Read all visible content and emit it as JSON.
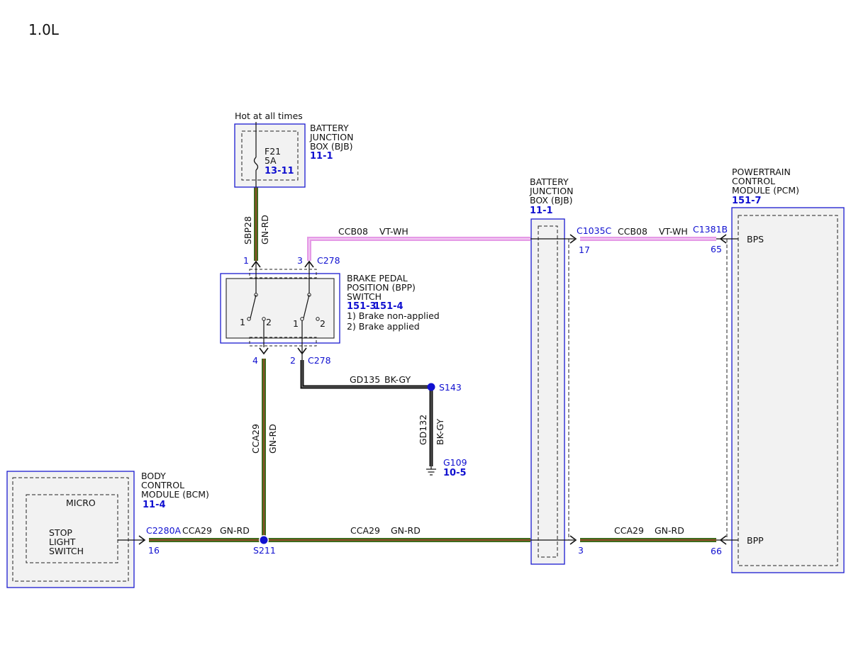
{
  "page_title": "1.0L",
  "colors": {
    "wire_green": "#3f6b1e",
    "wire_red_stripe": "#c0392b",
    "wire_violet": "#e59ae6",
    "wire_violet_stripe": "#f3c9f3",
    "wire_black": "#111111",
    "module_border": "#1a1ad0",
    "module_fill": "#f2f2f2",
    "ref_blue": "#1010d0"
  },
  "icons": {
    "fuse": "fuse-symbol-icon",
    "ground": "ground-symbol-icon",
    "splice": "splice-dot-icon",
    "switch": "switch-contact-icon",
    "connector_arrow": "connector-arrow-icon"
  },
  "bjb_top": {
    "feed_label": "Hot at all times",
    "name_lines": [
      "BATTERY",
      "JUNCTION",
      "BOX (BJB)"
    ],
    "ref": "11-1",
    "fuse_id": "F21",
    "fuse_rating": "5A",
    "fuse_ref": "13-11",
    "wire_circuit": "SBP28",
    "wire_color": "GN-RD"
  },
  "bpp_switch": {
    "name_lines": [
      "BRAKE PEDAL",
      "POSITION (BPP)",
      "SWITCH"
    ],
    "ref1": "151-3",
    "ref2": "151-4",
    "note1": "1) Brake non-applied",
    "note2": "2) Brake applied",
    "connector": "C278",
    "pin_top_left": "1",
    "pin_top_right": "3",
    "pin_bottom_left": "4",
    "pin_bottom_right": "2",
    "contact_label_1": "1",
    "contact_label_2": "2"
  },
  "wire_ccb08": {
    "circuit": "CCB08",
    "color": "VT-WH"
  },
  "wire_gd135": {
    "circuit": "GD135",
    "color": "BK-GY"
  },
  "splice_s143": "S143",
  "wire_gd132": {
    "circuit": "GD132",
    "color": "BK-GY"
  },
  "ground_g109": {
    "id": "G109",
    "ref": "10-5"
  },
  "wire_cca29": {
    "circuit": "CCA29",
    "color": "GN-RD"
  },
  "bcm": {
    "name_lines": [
      "BODY",
      "CONTROL",
      "MODULE (BCM)"
    ],
    "ref": "11-4",
    "inner_label": "MICRO",
    "function_lines": [
      "STOP",
      "LIGHT",
      "SWITCH"
    ],
    "connector": "C2280A",
    "pin": "16"
  },
  "splice_s211": "S211",
  "bjb_mid": {
    "name_lines": [
      "BATTERY",
      "JUNCTION",
      "BOX (BJB)"
    ],
    "ref": "11-1",
    "connector": "C1035C",
    "pin_top": "17",
    "pin_bottom": "3"
  },
  "pcm": {
    "name_lines": [
      "POWERTRAIN",
      "CONTROL",
      "MODULE (PCM)"
    ],
    "ref": "151-7",
    "connector": "C1381B",
    "pin_top": "65",
    "pin_bottom": "66",
    "signal_top": "BPS",
    "signal_bottom": "BPP"
  }
}
